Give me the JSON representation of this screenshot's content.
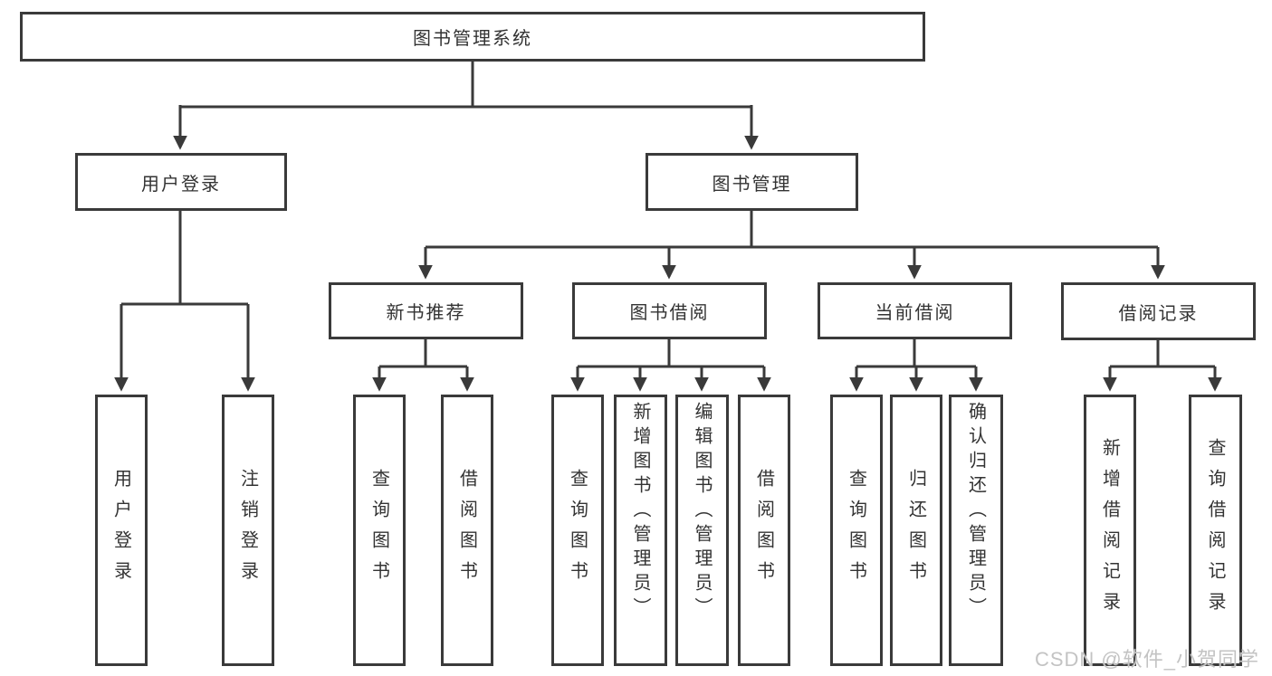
{
  "diagram": {
    "title": "图书管理系统",
    "colors": {
      "line": "#3a3a3a",
      "text": "#333333",
      "watermark": "#c3c3c3",
      "background": "#ffffff"
    },
    "level2": {
      "user_login": "用户登录",
      "book_mgmt": "图书管理"
    },
    "level3": {
      "new_book": "新书推荐",
      "book_borrow": "图书借阅",
      "current_borrow": "当前借阅",
      "borrow_record": "借阅记录"
    },
    "leaves": {
      "user_login_1": "用户登录",
      "user_login_2": "注销登录",
      "new_book_1": "查询图书",
      "new_book_2": "借阅图书",
      "book_borrow_1": "查询图书",
      "book_borrow_2": "新增图书（管理员）",
      "book_borrow_3": "编辑图书（管理员）",
      "book_borrow_4": "借阅图书",
      "current_1": "查询图书",
      "current_2": "归还图书",
      "current_3": "确认归还（管理员）",
      "record_1": "新增借阅记录",
      "record_2": "查询借阅记录"
    },
    "watermark": "CSDN @软件_小贺同学"
  }
}
